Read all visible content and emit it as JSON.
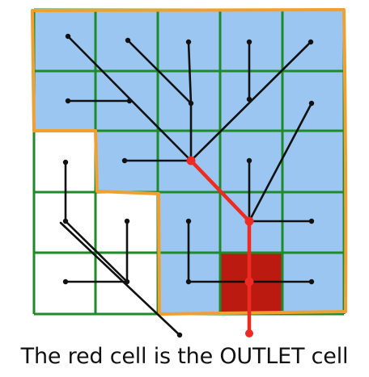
{
  "caption": "The red cell is the OUTLET cell",
  "colors": {
    "background": "#ffffff",
    "watershed_fill": "#9cc6f2",
    "outside_fill": "#ffffff",
    "grid_line": "#1e8a2a",
    "watershed_boundary": "#f0a030",
    "flow_path": "#111111",
    "main_channel": "#ee2b22",
    "outlet_cell": "#bb1a10",
    "node_dot": "#111111",
    "caption_text": "#111111"
  },
  "grid": {
    "rows": 5,
    "cols": 5,
    "outlet_cell": {
      "row": 4,
      "col": 3
    },
    "watershed_cells": [
      [
        1,
        1,
        1,
        1,
        1
      ],
      [
        1,
        1,
        1,
        1,
        1
      ],
      [
        0,
        1,
        1,
        1,
        1
      ],
      [
        0,
        0,
        1,
        1,
        1
      ],
      [
        0,
        0,
        1,
        1,
        1
      ]
    ]
  }
}
